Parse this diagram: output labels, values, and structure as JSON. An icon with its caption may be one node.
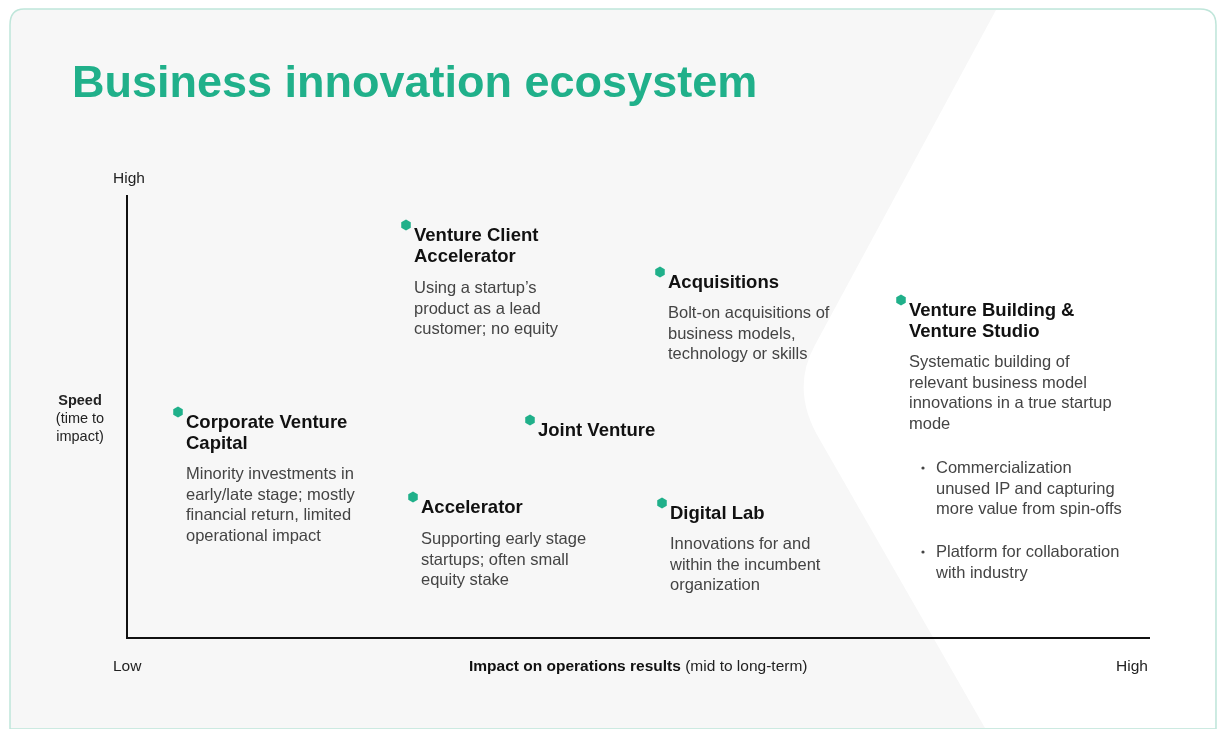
{
  "diagram": {
    "title": "Business innovation ecosystem",
    "labels": [
      "High",
      "Venture Client Accelerator",
      "Using a startup’s product as a lead customer; no equity",
      "Acquisitions",
      "Bolt-on acquisitions of business models, technology or skills",
      "Venture Building & Venture Studio",
      "Systematic building of relevant business model innovations in a true startup mode",
      "**Speed** (time to impact)",
      "Corporate Venture Capital",
      "Joint Venture",
      "Commercialization unused IP and capturing more value from spin-offs",
      "Minority investments in early/late stage; mostly financial return, limited operational impact",
      "Accelerator",
      "Digital Lab",
      "Platform for collaboration with industry",
      "Supporting early stage startups; often small equity stake",
      "Innovations for and within the incumbent organization",
      "Low",
      "**Impact on operations results** (mid to long-term)",
      "High"
    ]
  }
}
